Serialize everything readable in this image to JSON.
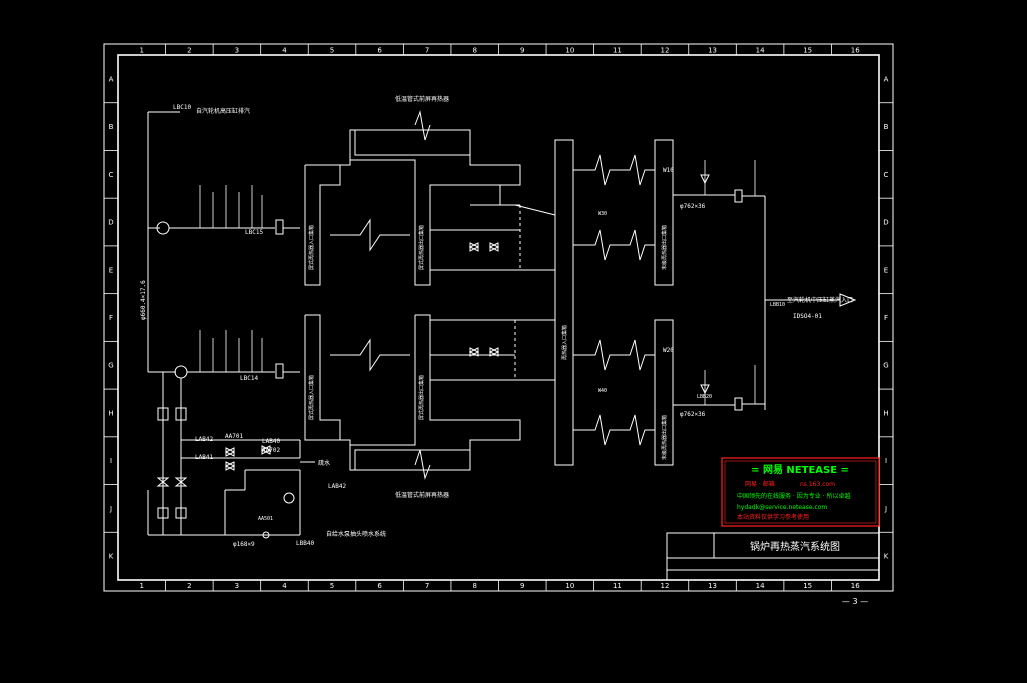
{
  "colors": {
    "background": "#000000",
    "line": "#ffffff",
    "stamp_border": "#ff2020",
    "stamp_green": "#00ff00",
    "stamp_red": "#ff2020"
  },
  "ruler": {
    "columns": [
      "1",
      "2",
      "3",
      "4",
      "5",
      "6",
      "7",
      "8",
      "9",
      "10",
      "11",
      "12",
      "13",
      "14",
      "15",
      "16"
    ],
    "rows": [
      "A",
      "B",
      "C",
      "D",
      "E",
      "F",
      "G",
      "H",
      "I",
      "J",
      "K"
    ]
  },
  "title_block": {
    "drawing_title": "锅炉再热蒸汽系统图"
  },
  "page_number": "— 3 —",
  "stamp": {
    "headline": "= 网易 NETEASE =",
    "line2_left": "网易 · 邮箱",
    "line2_right": "ns.163.com",
    "line3": "中国领先的在线服务 · 因为专业 · 所以卓越",
    "line4": "hydadk@service.netease.com",
    "line5": "本站资料仅供学习参考使用"
  },
  "labels": {
    "top_heater": "低温管式前屏再热器",
    "bottom_heater": "低温管式前屏再热器",
    "to_turbine": "至汽轮机中压缸蒸汽入口",
    "from_turbine": "自汽轮机高压缸排汽",
    "water_supply": "自给水泵抽头喷水系统",
    "drain": "疏水",
    "hot_section_tag": "IDSO4-01",
    "lbc10": "LBC10",
    "lbc15": "LBC15",
    "lbc14": "LBC14",
    "lab40": "LAB40",
    "lab42": "LAB42",
    "lab41": "LAB41",
    "pipe_main": "φ660.4×17.6",
    "pipe_small": "φ168×9",
    "pipe_hot": "φ762×36",
    "pipe_hot2": "φ762×36",
    "lbb10": "LBB10",
    "lbb20": "LBB20",
    "lbb40": "LBB40",
    "inlet_header_a": "屏式再热器入口集箱",
    "inlet_header_b": "屏式再热器入口集箱",
    "outlet_header_a": "屏式再热器出口集箱",
    "outlet_header_b": "屏式再热器出口集箱",
    "mid_header": "再热器入口集箱",
    "final_out_a": "末级再热器出口集箱",
    "final_out_b": "末级再热器出口集箱",
    "aa701": "AA701",
    "aa702": "AA702",
    "aa501": "AA501",
    "w10": "W10",
    "w20": "W20",
    "w30": "W30",
    "w40": "W40"
  }
}
